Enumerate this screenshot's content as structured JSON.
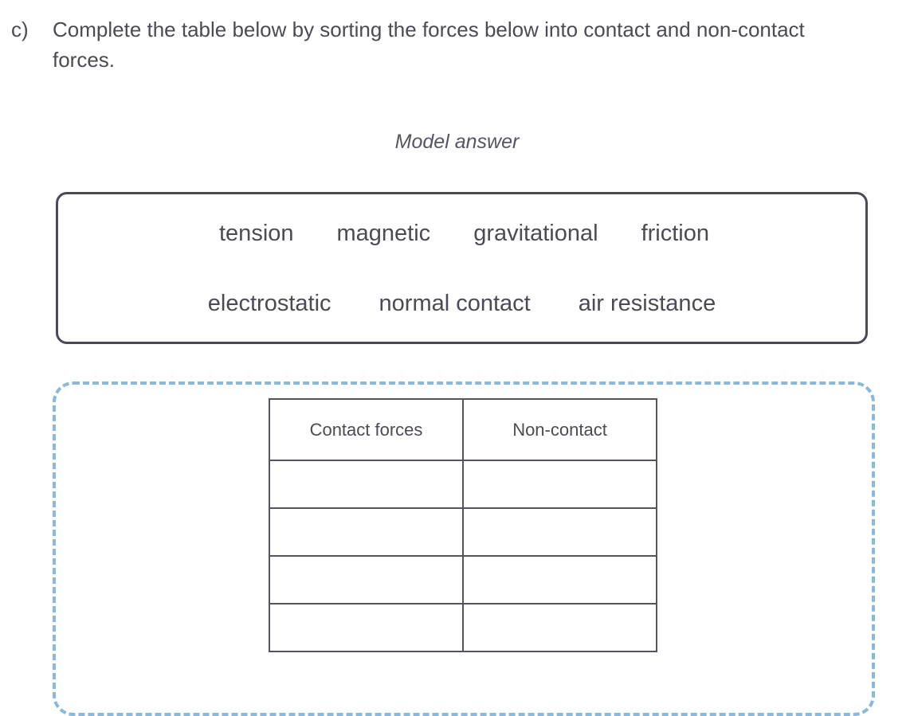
{
  "question": {
    "letter": "c)",
    "text": "Complete the table below by sorting the forces below into contact and non-contact forces."
  },
  "model_answer_caption": "Model answer",
  "word_bank": {
    "rows": [
      [
        "tension",
        "magnetic",
        "gravitational",
        "friction"
      ],
      [
        "electrostatic",
        "normal contact",
        "air resistance"
      ]
    ]
  },
  "sorting_table": {
    "headers": [
      "Contact forces",
      "Non-contact"
    ],
    "rows": [
      [
        "",
        ""
      ],
      [
        "",
        ""
      ],
      [
        "",
        ""
      ],
      [
        "",
        ""
      ]
    ]
  },
  "colors": {
    "text": "#4b4b53",
    "box_border": "#4b4b53",
    "table_border": "#54545c",
    "answer_region_dashed": "#8ab9dc",
    "background": "#ffffff"
  }
}
